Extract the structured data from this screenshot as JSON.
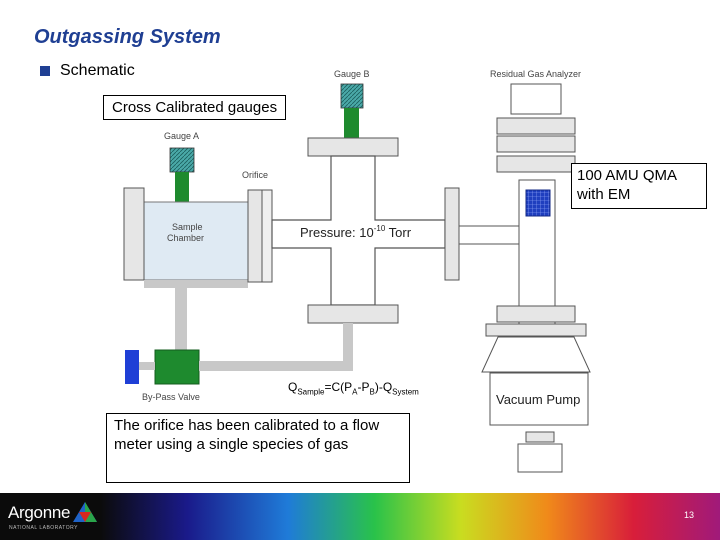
{
  "slide": {
    "title": "Outgassing System",
    "bullet": "Schematic",
    "page_number": "13"
  },
  "callouts": {
    "gauges": "Cross Calibrated gauges",
    "qma_line1": "100 AMU QMA",
    "qma_line2": "with EM",
    "orifice_note": "The orifice has been calibrated to a flow meter using a single species of gas"
  },
  "diagram_labels": {
    "gauge_b": "Gauge B",
    "rga": "Residual Gas Analyzer",
    "gauge_a": "Gauge A",
    "orifice": "Orifice",
    "sample_line1": "Sample",
    "sample_line2": "Chamber",
    "pressure_prefix": "Pressure: 10",
    "pressure_exp": "-10",
    "pressure_unit": " Torr",
    "bypass": "By-Pass Valve",
    "vacuum_pump": "Vacuum Pump"
  },
  "equation": {
    "q": "Q",
    "sample_sub": "Sample",
    "middle": "=C(P",
    "a_sub": "A",
    "dash": "-P",
    "b_sub": "B",
    "close": ")-Q",
    "system_sub": "System"
  },
  "footer": {
    "logo_text": "Argonne",
    "logo_sub": "NATIONAL LABORATORY"
  },
  "colors": {
    "title": "#1f3f93",
    "gauge_green": "#1e8a2e",
    "gauge_teal": "#4aa9a8",
    "qma_blue": "#1f3fbf",
    "valve_blue": "#1f3fd6",
    "chamber_fill": "#dfeaf3",
    "pipe_gray": "#c8c8c8"
  }
}
